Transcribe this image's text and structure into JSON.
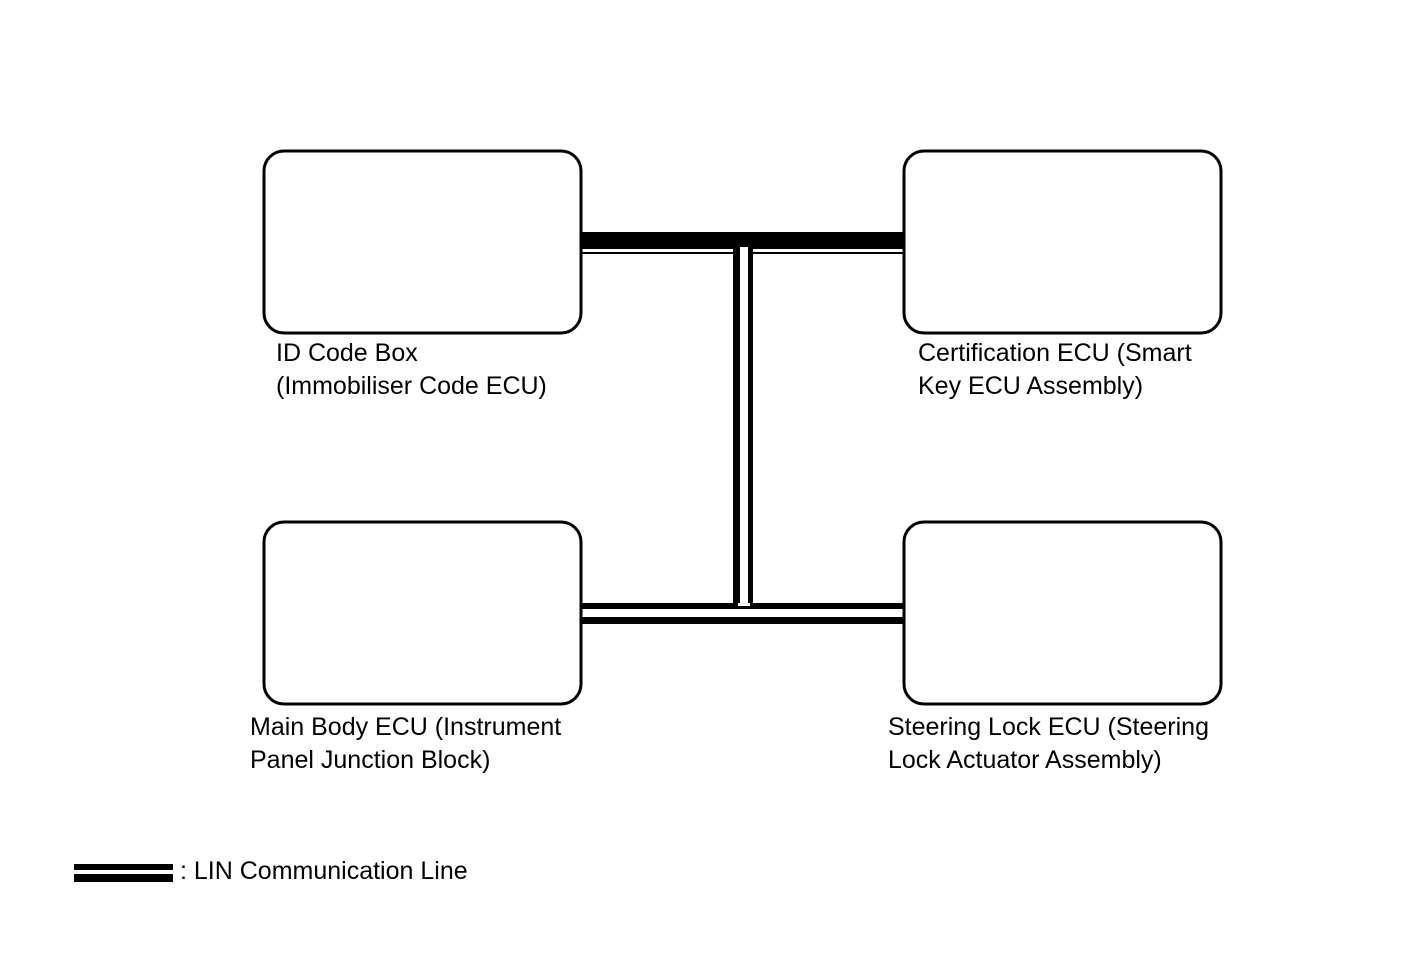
{
  "nodes": {
    "id_code_box": {
      "line1": "ID Code Box",
      "line2": "(Immobiliser Code ECU)"
    },
    "certification_ecu": {
      "line1": "Certification ECU (Smart",
      "line2": "Key ECU Assembly)"
    },
    "main_body_ecu": {
      "line1": "Main Body ECU (Instrument",
      "line2": "Panel Junction Block)"
    },
    "steering_lock_ecu": {
      "line1": "Steering Lock ECU (Steering",
      "line2": "Lock Actuator Assembly)"
    }
  },
  "legend": {
    "label": ": LIN Communication Line"
  },
  "colors": {
    "line": "#000000",
    "background": "#ffffff"
  }
}
